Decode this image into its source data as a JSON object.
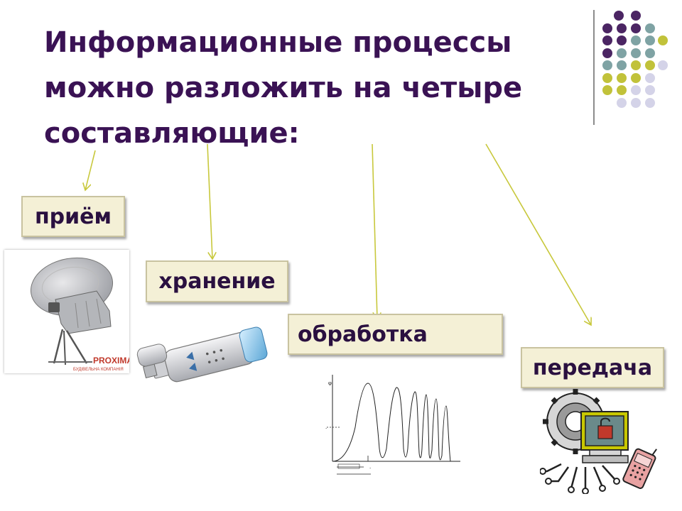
{
  "slide": {
    "title_lines": [
      "Информационные процессы",
      "можно разложить на четыре",
      "составляющие:"
    ],
    "labels": {
      "priem": "приём",
      "hranenie": "хранение",
      "obrabotka": "обработка",
      "peredacha": "передача"
    },
    "dish_logo": "PROXIMA",
    "dish_tagline": "БУДІВЕЛЬНА КОМПАНІЯ"
  },
  "colors": {
    "title": "#3a1254",
    "arrow": "#c8c83c",
    "dot_purple": "#4b2563",
    "dot_teal": "#7fa3a4",
    "dot_olive": "#c1c23a",
    "dot_lavender": "#d4d3e8"
  },
  "icons": [
    "satellite-dish-image",
    "usb-flash-drive-image",
    "signal-graph-image",
    "network-computer-image"
  ]
}
